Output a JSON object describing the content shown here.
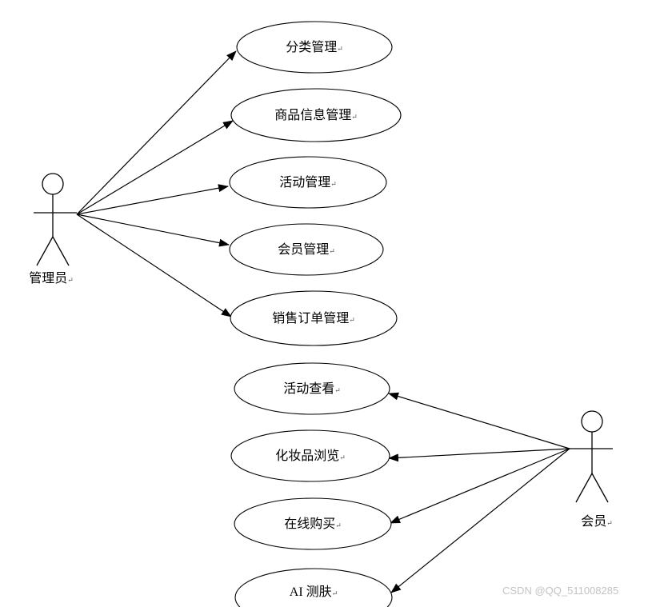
{
  "diagram": {
    "type": "use-case-diagram",
    "actors": {
      "admin": {
        "label": "管理员"
      },
      "member": {
        "label": "会员"
      }
    },
    "use_cases": {
      "admin": [
        "分类管理",
        "商品信息管理",
        "活动管理",
        "会员管理",
        "销售订单管理"
      ],
      "member": [
        "活动查看",
        "化妆品浏览",
        "在线购买",
        "AI 测肤"
      ]
    },
    "paragraph_mark": "↵",
    "watermark": "CSDN @QQ_511008285",
    "colors": {
      "stroke": "#000000",
      "background": "#ffffff",
      "watermark": "#c3c3c3"
    }
  }
}
